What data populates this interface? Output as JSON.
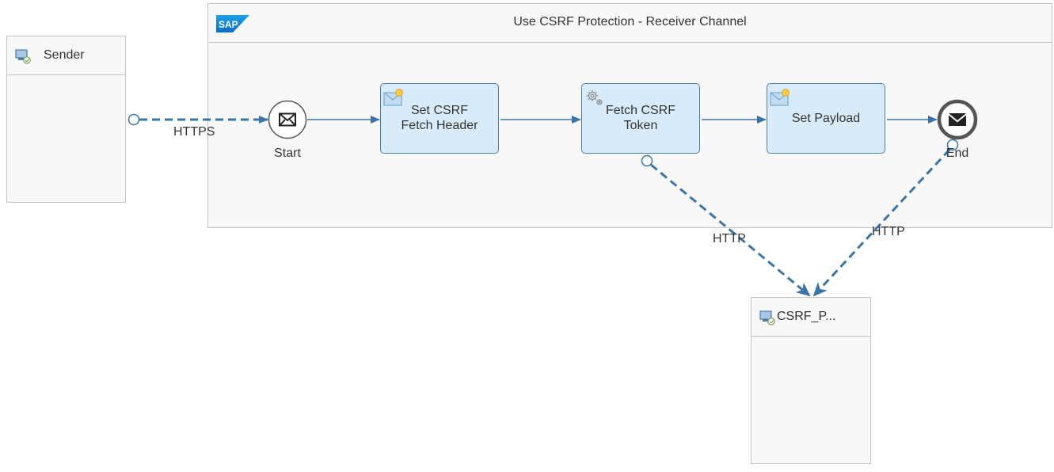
{
  "integration_process": {
    "title": "Use CSRF Protection - Receiver Channel",
    "logo": "sap-logo"
  },
  "sender": {
    "label": "Sender",
    "icon": "participant-icon"
  },
  "receiver": {
    "label": "CSRF_P...",
    "icon": "participant-icon"
  },
  "events": {
    "start": {
      "label": "Start",
      "icon": "envelope-icon"
    },
    "end": {
      "label": "End",
      "icon": "envelope-icon"
    }
  },
  "tasks": [
    {
      "label": "Set CSRF\nFetch Header",
      "icon": "content-modifier-icon"
    },
    {
      "label": "Fetch CSRF\nToken",
      "icon": "gear-icon"
    },
    {
      "label": "Set Payload",
      "icon": "content-modifier-icon"
    }
  ],
  "connections": {
    "sender_adapter": "HTTPS",
    "fetch_adapter": "HTTP",
    "end_adapter": "HTTP"
  },
  "colors": {
    "flow": "#3b75a8",
    "task_fill": "#d7ebfb",
    "task_border": "#4a7ca8",
    "pool_fill": "#f8f8f8",
    "pool_border": "#c4c4c4",
    "sap_blue": "#0a7ad4"
  }
}
